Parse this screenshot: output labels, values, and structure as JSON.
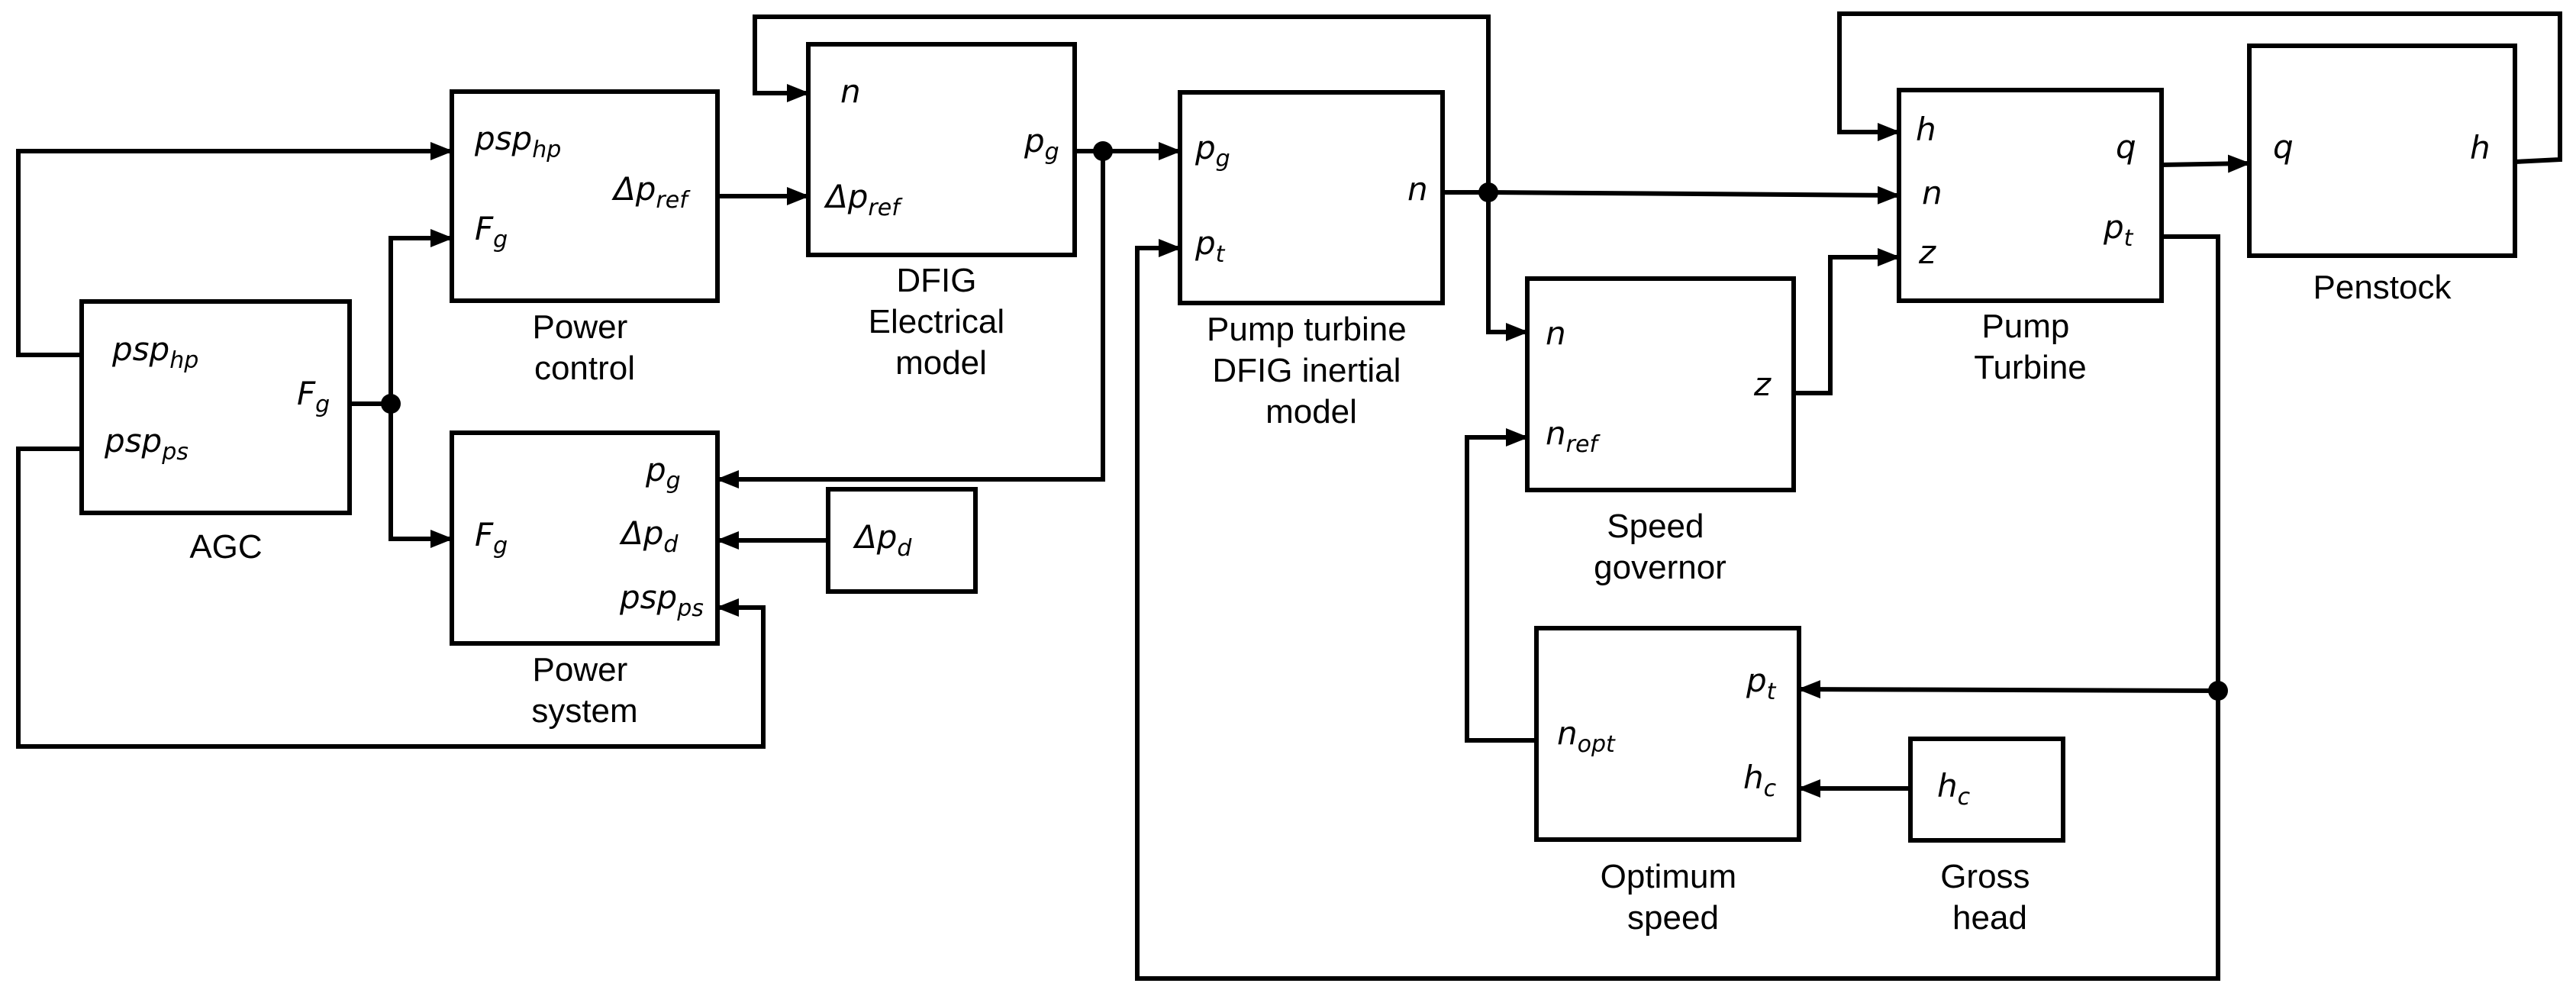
{
  "blocks": {
    "agc": {
      "caption": [
        "AGC"
      ],
      "ports": {
        "psp_hp": {
          "base": "psp",
          "sub": "hp"
        },
        "psp_ps": {
          "base": "psp",
          "sub": "ps"
        },
        "f_g": {
          "base": "F",
          "sub": "g"
        }
      }
    },
    "power_control": {
      "caption": [
        "Power",
        "control"
      ],
      "ports": {
        "psp_hp": {
          "base": "psp",
          "sub": "hp"
        },
        "f_g": {
          "base": "F",
          "sub": "g"
        },
        "delta_p_ref": {
          "base": "Δp",
          "sub": "ref"
        }
      }
    },
    "power_system": {
      "caption": [
        "Power",
        "system"
      ],
      "ports": {
        "f_g": {
          "base": "F",
          "sub": "g"
        },
        "p_g": {
          "base": "p",
          "sub": "g"
        },
        "delta_p_d": {
          "base": "Δp",
          "sub": "d"
        },
        "psp_ps": {
          "base": "psp",
          "sub": "ps"
        }
      }
    },
    "disturbance": {
      "caption": [],
      "ports": {
        "delta_p_d": {
          "base": "Δp",
          "sub": "d"
        }
      }
    },
    "dfig_electrical": {
      "caption": [
        "DFIG",
        "Electrical",
        "model"
      ],
      "ports": {
        "n": {
          "base": "n",
          "sub": ""
        },
        "delta_p_ref": {
          "base": "Δp",
          "sub": "ref"
        },
        "p_g": {
          "base": "p",
          "sub": "g"
        }
      }
    },
    "inertial": {
      "caption": [
        "Pump turbine",
        "DFIG inertial",
        "model"
      ],
      "ports": {
        "p_g": {
          "base": "p",
          "sub": "g"
        },
        "p_t": {
          "base": "p",
          "sub": "t"
        },
        "n": {
          "base": "n",
          "sub": ""
        }
      }
    },
    "governor": {
      "caption": [
        "Speed",
        "governor"
      ],
      "ports": {
        "n": {
          "base": "n",
          "sub": ""
        },
        "n_ref": {
          "base": "n",
          "sub": "ref"
        },
        "z": {
          "base": "z",
          "sub": ""
        }
      }
    },
    "optimum": {
      "caption": [
        "Optimum",
        "speed"
      ],
      "ports": {
        "n_opt": {
          "base": "n",
          "sub": "opt"
        },
        "p_t": {
          "base": "p",
          "sub": "t"
        },
        "h_c": {
          "base": "h",
          "sub": "c"
        }
      }
    },
    "gross_head": {
      "caption": [
        "Gross",
        "head"
      ],
      "ports": {
        "h_c": {
          "base": "h",
          "sub": "c"
        }
      }
    },
    "pump_turbine": {
      "caption": [
        "Pump",
        "Turbine"
      ],
      "ports": {
        "h": {
          "base": "h",
          "sub": ""
        },
        "n": {
          "base": "n",
          "sub": ""
        },
        "z": {
          "base": "z",
          "sub": ""
        },
        "q": {
          "base": "q",
          "sub": ""
        },
        "p_t": {
          "base": "p",
          "sub": "t"
        }
      }
    },
    "penstock": {
      "caption": [
        "Penstock"
      ],
      "ports": {
        "q": {
          "base": "q",
          "sub": ""
        },
        "h": {
          "base": "h",
          "sub": ""
        }
      }
    }
  }
}
